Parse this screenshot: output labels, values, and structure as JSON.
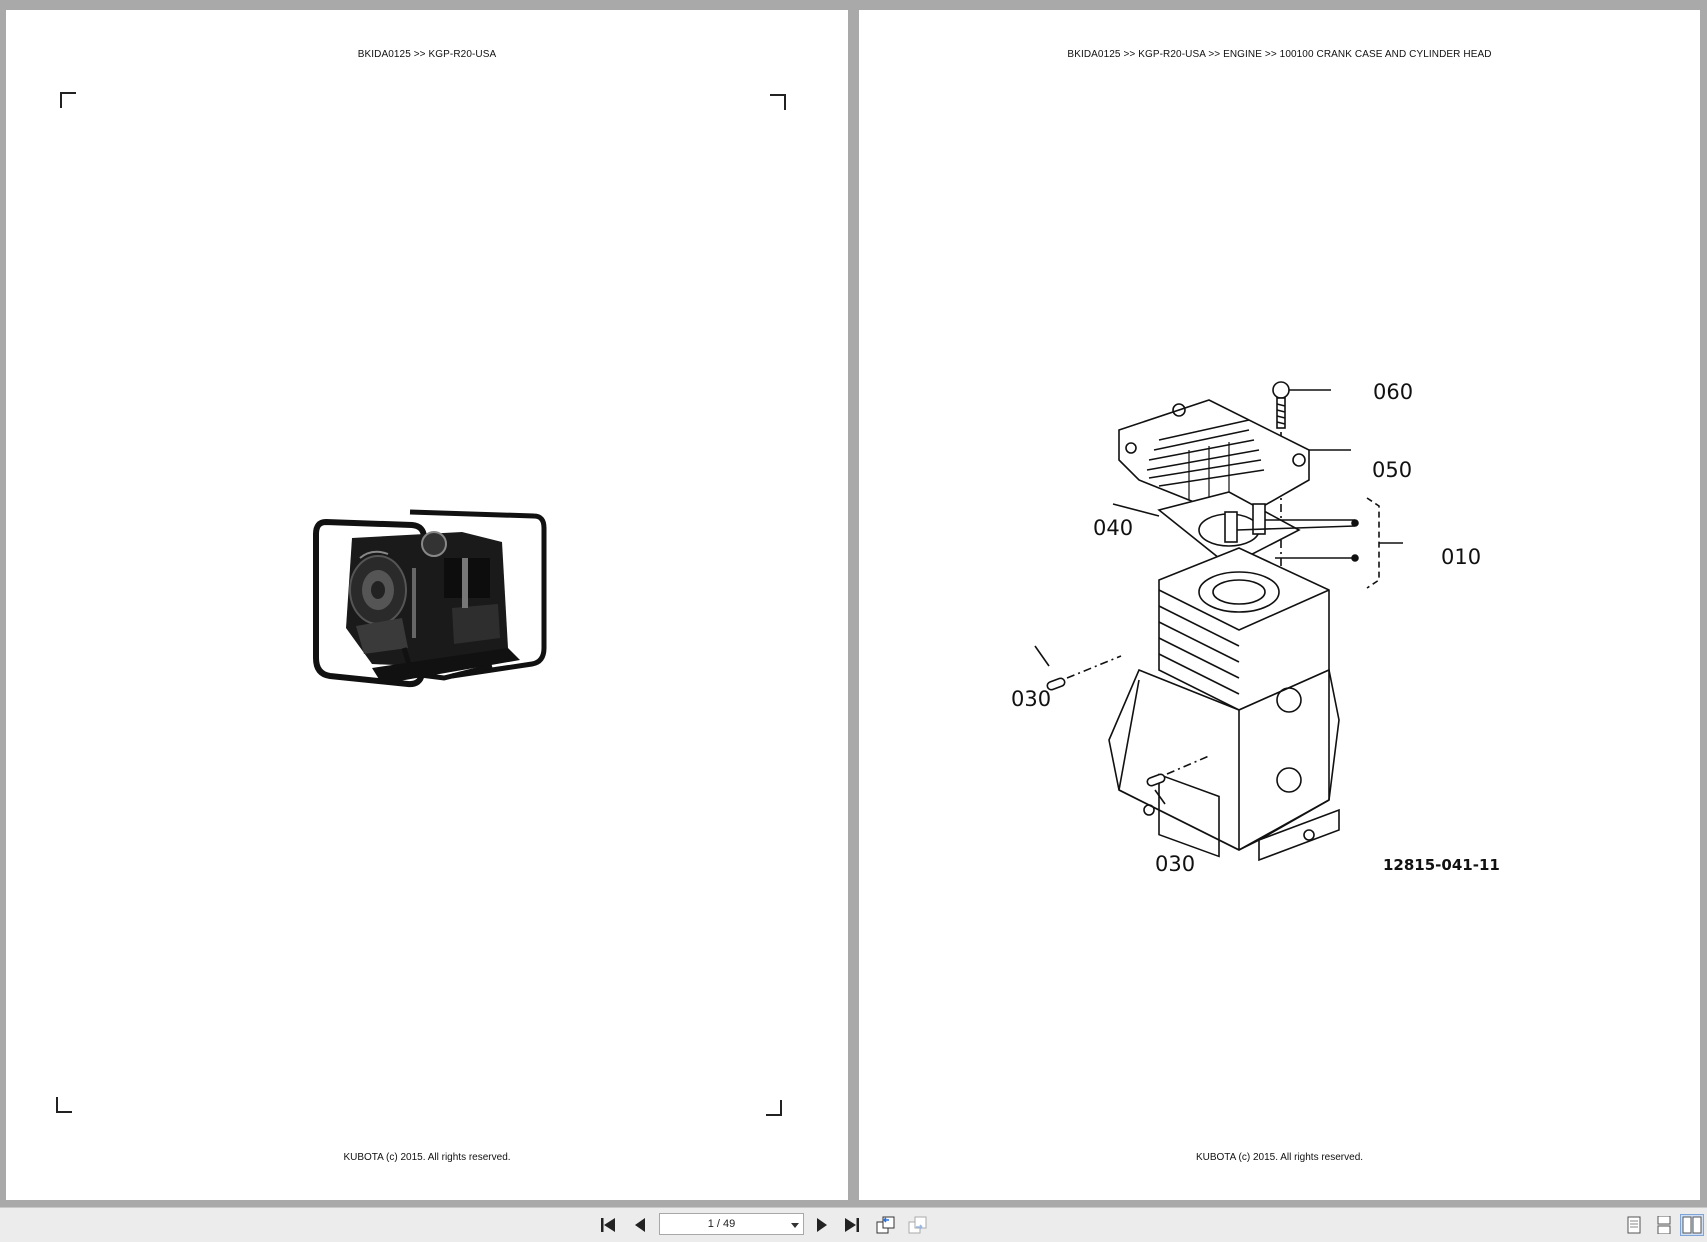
{
  "left_page": {
    "header": "BKIDA0125 >> KGP-R20-USA",
    "footer": "KUBOTA (c) 2015. All rights reserved.",
    "illustration": "water-pump-photo"
  },
  "right_page": {
    "header": "BKIDA0125 >> KGP-R20-USA >> ENGINE >> 100100   CRANK CASE AND CYLINDER HEAD",
    "footer": "KUBOTA (c) 2015. All rights reserved.",
    "illustration": "crank-case-cylinder-head-diagram",
    "callouts": {
      "c060": "060",
      "c050": "050",
      "c040": "040",
      "c010": "010",
      "c030a": "030",
      "c030b": "030"
    },
    "figure_id": "12815-041-11"
  },
  "toolbar": {
    "page_indicator": "1 / 49",
    "icons": [
      "first-page-icon",
      "prev-page-icon",
      "next-page-icon",
      "last-page-icon",
      "go-back-icon",
      "go-forward-icon",
      "single-page-view-icon",
      "continuous-view-icon",
      "facing-pages-view-icon"
    ]
  },
  "colors": {
    "viewer_bg": "#a9a9a9",
    "page_bg": "#ffffff",
    "toolbar_bg": "#ececec",
    "ink": "#111111"
  }
}
